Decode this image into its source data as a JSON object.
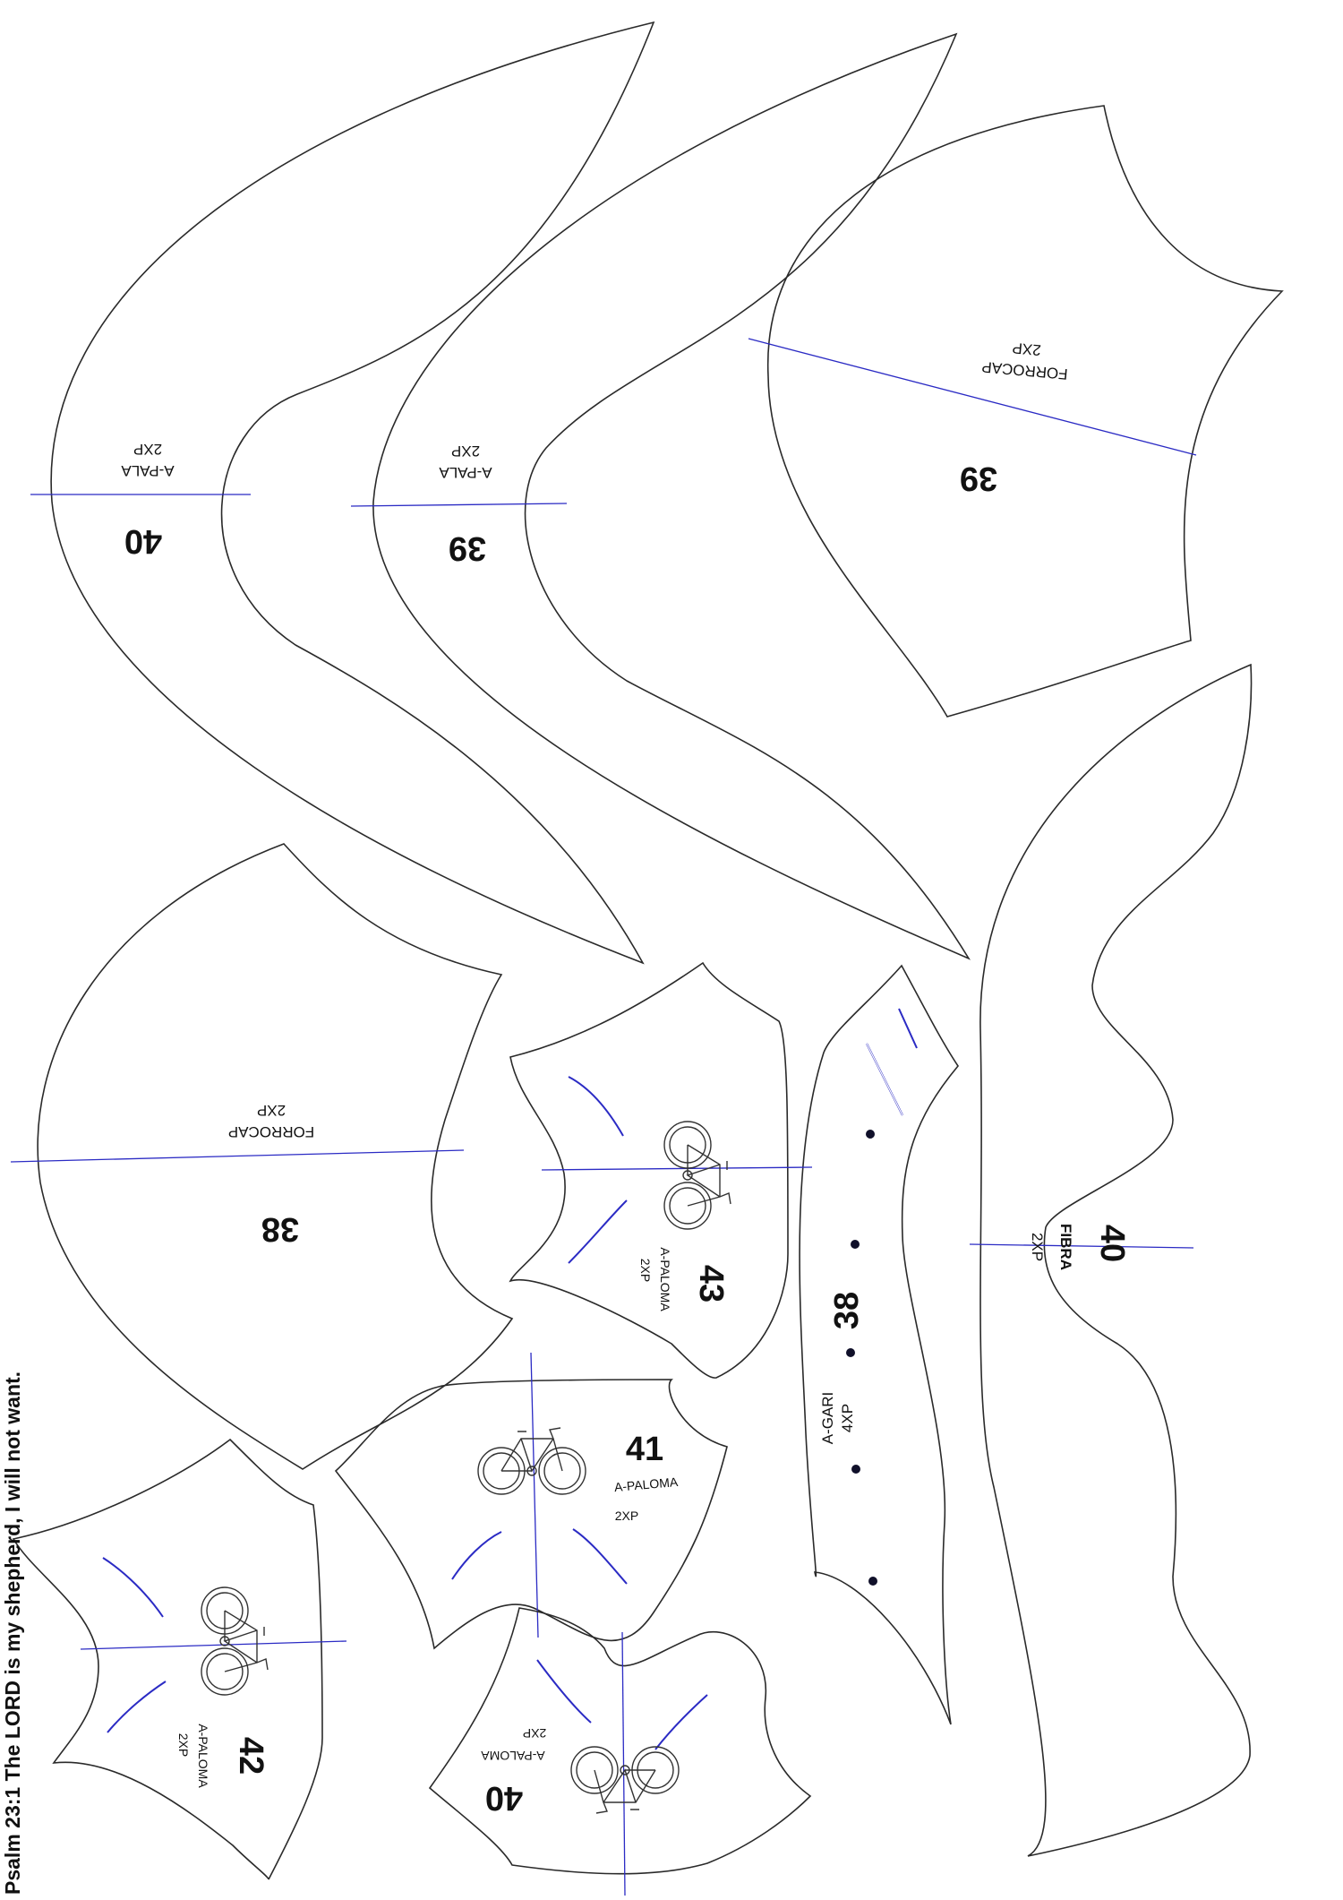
{
  "footer_text": "Psalm 23:1 The LORD is my shepherd, I will not want.",
  "colors": {
    "outline": "#2a2a2a",
    "grainline": "#2b2bc4",
    "dot": "#10102a"
  },
  "pieces": [
    {
      "id": "a-pala-40",
      "size": "40",
      "name": "A-PALA",
      "qty": "2XP"
    },
    {
      "id": "a-pala-39",
      "size": "39",
      "name": "A-PALA",
      "qty": "2XP"
    },
    {
      "id": "forrocap-39",
      "size": "39",
      "name": "FORROCAP",
      "qty": "2XP"
    },
    {
      "id": "forrocap-38",
      "size": "38",
      "name": "FORROCAP",
      "qty": "2XP"
    },
    {
      "id": "fibra-40",
      "size": "40",
      "name": "FIBRA",
      "qty": "2XP"
    },
    {
      "id": "a-gari-38",
      "size": "38",
      "name": "A-GARI",
      "qty": "4XP"
    },
    {
      "id": "a-paloma-43",
      "size": "43",
      "name": "A-PALOMA",
      "qty": "2XP"
    },
    {
      "id": "a-paloma-41",
      "size": "41",
      "name": "A-PALOMA",
      "qty": "2XP"
    },
    {
      "id": "a-paloma-42",
      "size": "42",
      "name": "A-PALOMA",
      "qty": "2XP"
    },
    {
      "id": "a-paloma-40",
      "size": "40",
      "name": "A-PALOMA",
      "qty": "2XP"
    }
  ]
}
